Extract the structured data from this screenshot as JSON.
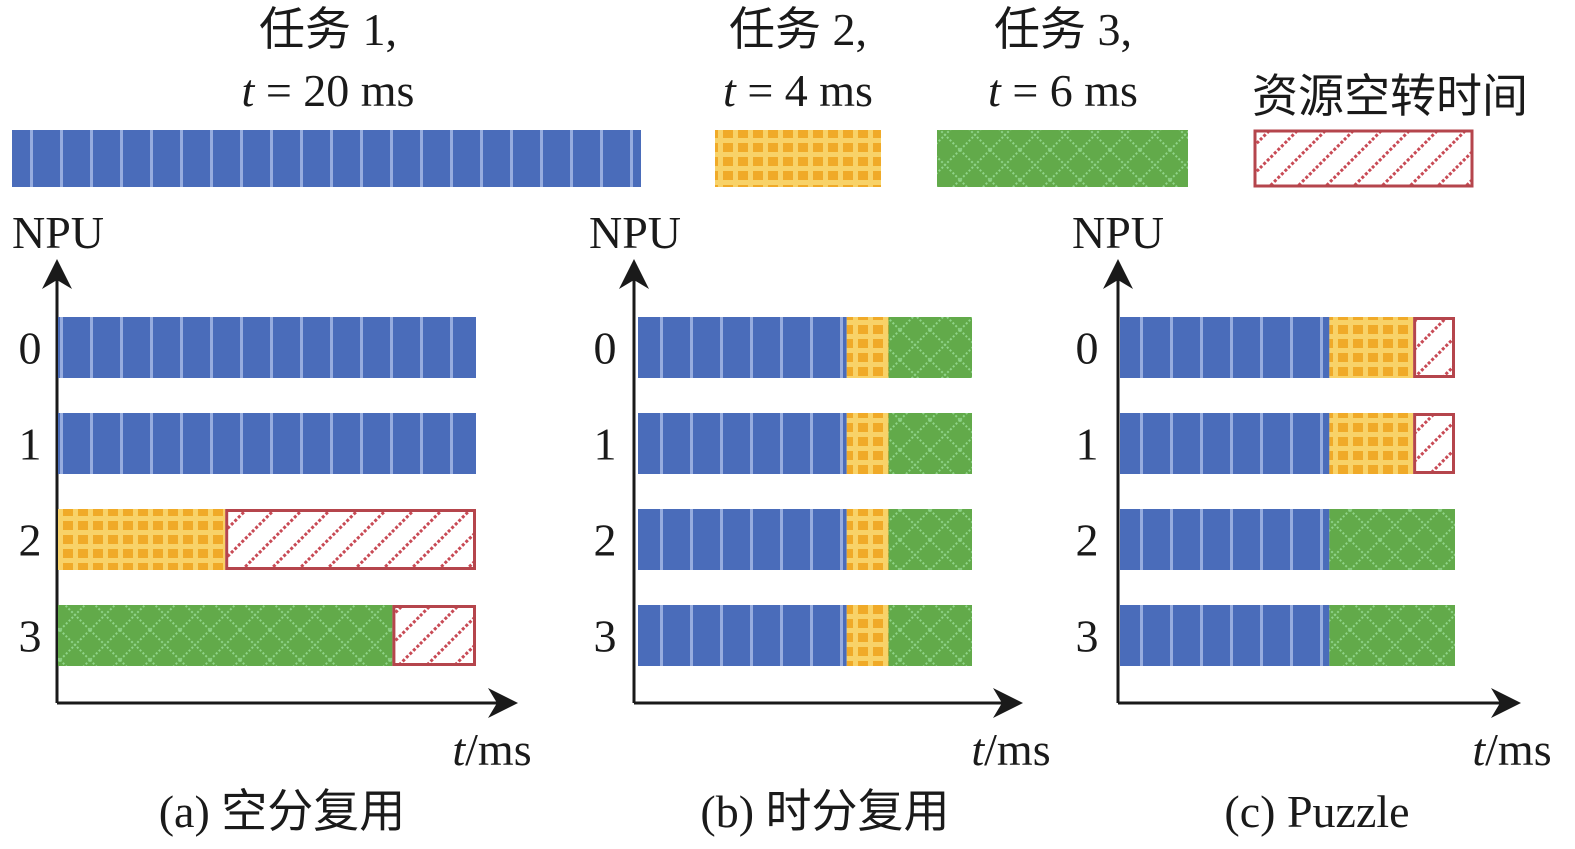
{
  "colors": {
    "task1": "#4a6cba",
    "task1_line": "#96acdf",
    "task2": "#f0aa28",
    "task2_line": "#f8d268",
    "task3": "#62aa4a",
    "task3_line": "#8fd48a",
    "idle_stroke": "#b5454c",
    "idle_hatch": "#c84a55",
    "axis": "#1a1a1a"
  },
  "legend": {
    "items": [
      {
        "key": "task1",
        "line1": "任务 1,",
        "line2_var": "t",
        "line2_rest": " = 20 ms"
      },
      {
        "key": "task2",
        "line1": "任务 2,",
        "line2_var": "t",
        "line2_rest": " = 4 ms"
      },
      {
        "key": "task3",
        "line1": "任务 3,",
        "line2_var": "t",
        "line2_rest": " = 6 ms"
      },
      {
        "key": "idle",
        "line1": "",
        "line2_var": "",
        "line2_rest": "资源空转时间"
      }
    ]
  },
  "chart_data": [
    {
      "type": "gantt",
      "id": "a",
      "caption": "(a) 空分复用",
      "ylabel": "NPU",
      "xlabel_var": "t",
      "xlabel_unit": "/ms",
      "y_ticks": [
        "0",
        "1",
        "2",
        "3"
      ],
      "x_unit": "ms",
      "xlim": [
        0,
        20
      ],
      "rows": [
        {
          "npu": "0",
          "segments": [
            {
              "task": "task1",
              "start": 0,
              "end": 20
            }
          ]
        },
        {
          "npu": "1",
          "segments": [
            {
              "task": "task1",
              "start": 0,
              "end": 20
            }
          ]
        },
        {
          "npu": "2",
          "segments": [
            {
              "task": "task2",
              "start": 0,
              "end": 8
            },
            {
              "task": "idle",
              "start": 8,
              "end": 20
            }
          ]
        },
        {
          "npu": "3",
          "segments": [
            {
              "task": "task3",
              "start": 0,
              "end": 16
            },
            {
              "task": "idle",
              "start": 16,
              "end": 20
            }
          ]
        }
      ]
    },
    {
      "type": "gantt",
      "id": "b",
      "caption": "(b) 时分复用",
      "ylabel": "NPU",
      "xlabel_var": "t",
      "xlabel_unit": "/ms",
      "y_ticks": [
        "0",
        "1",
        "2",
        "3"
      ],
      "x_unit": "ms",
      "xlim": [
        0,
        16
      ],
      "rows": [
        {
          "npu": "0",
          "segments": [
            {
              "task": "task1",
              "start": 0,
              "end": 10
            },
            {
              "task": "task2",
              "start": 10,
              "end": 12
            },
            {
              "task": "task3",
              "start": 12,
              "end": 16
            }
          ]
        },
        {
          "npu": "1",
          "segments": [
            {
              "task": "task1",
              "start": 0,
              "end": 10
            },
            {
              "task": "task2",
              "start": 10,
              "end": 12
            },
            {
              "task": "task3",
              "start": 12,
              "end": 16
            }
          ]
        },
        {
          "npu": "2",
          "segments": [
            {
              "task": "task1",
              "start": 0,
              "end": 10
            },
            {
              "task": "task2",
              "start": 10,
              "end": 12
            },
            {
              "task": "task3",
              "start": 12,
              "end": 16
            }
          ]
        },
        {
          "npu": "3",
          "segments": [
            {
              "task": "task1",
              "start": 0,
              "end": 10
            },
            {
              "task": "task2",
              "start": 10,
              "end": 12
            },
            {
              "task": "task3",
              "start": 12,
              "end": 16
            }
          ]
        }
      ]
    },
    {
      "type": "gantt",
      "id": "c",
      "caption": "(c) Puzzle",
      "ylabel": "NPU",
      "xlabel_var": "t",
      "xlabel_unit": "/ms",
      "y_ticks": [
        "0",
        "1",
        "2",
        "3"
      ],
      "x_unit": "ms",
      "xlim": [
        0,
        16
      ],
      "rows": [
        {
          "npu": "0",
          "segments": [
            {
              "task": "task1",
              "start": 0,
              "end": 10
            },
            {
              "task": "task2",
              "start": 10,
              "end": 14
            },
            {
              "task": "idle",
              "start": 14,
              "end": 16
            }
          ]
        },
        {
          "npu": "1",
          "segments": [
            {
              "task": "task1",
              "start": 0,
              "end": 10
            },
            {
              "task": "task2",
              "start": 10,
              "end": 14
            },
            {
              "task": "idle",
              "start": 14,
              "end": 16
            }
          ]
        },
        {
          "npu": "2",
          "segments": [
            {
              "task": "task1",
              "start": 0,
              "end": 10
            },
            {
              "task": "task3",
              "start": 10,
              "end": 16
            }
          ]
        },
        {
          "npu": "3",
          "segments": [
            {
              "task": "task1",
              "start": 0,
              "end": 10
            },
            {
              "task": "task3",
              "start": 10,
              "end": 16
            }
          ]
        }
      ]
    }
  ]
}
